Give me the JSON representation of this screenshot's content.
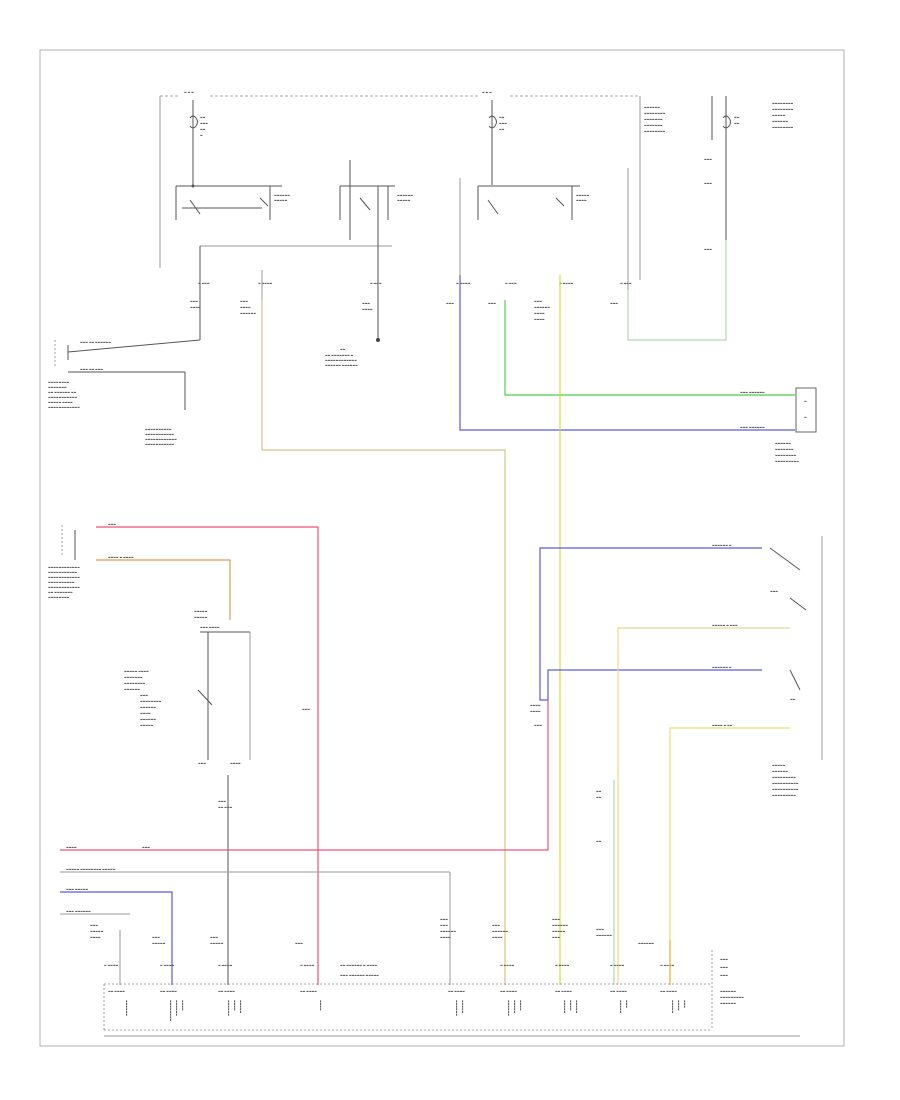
{
  "page_id": "",
  "colors": {
    "red": "#f0507a",
    "blue": "#5b5be0",
    "green": "#4ad04a",
    "tan": "#d8c08a",
    "yellow": "#d6dc3a",
    "light_green": "#a8e0a0",
    "orange": "#f0b040",
    "pale_yellow": "#e8e070",
    "black_wire": "#555555",
    "gray_wire": "#9a9a9a",
    "border": "#b0b0b0"
  },
  "components": [
    {
      "id": "upper-left-power-box",
      "label": ""
    },
    {
      "id": "upper-right-power-box",
      "label": ""
    },
    {
      "id": "left-switch-assembly",
      "label": ""
    },
    {
      "id": "left-motor-connector",
      "label": ""
    },
    {
      "id": "seat-position-sensor",
      "label": ""
    },
    {
      "id": "right-switch-assembly",
      "label": ""
    },
    {
      "id": "bottom-control-module",
      "label": ""
    }
  ]
}
